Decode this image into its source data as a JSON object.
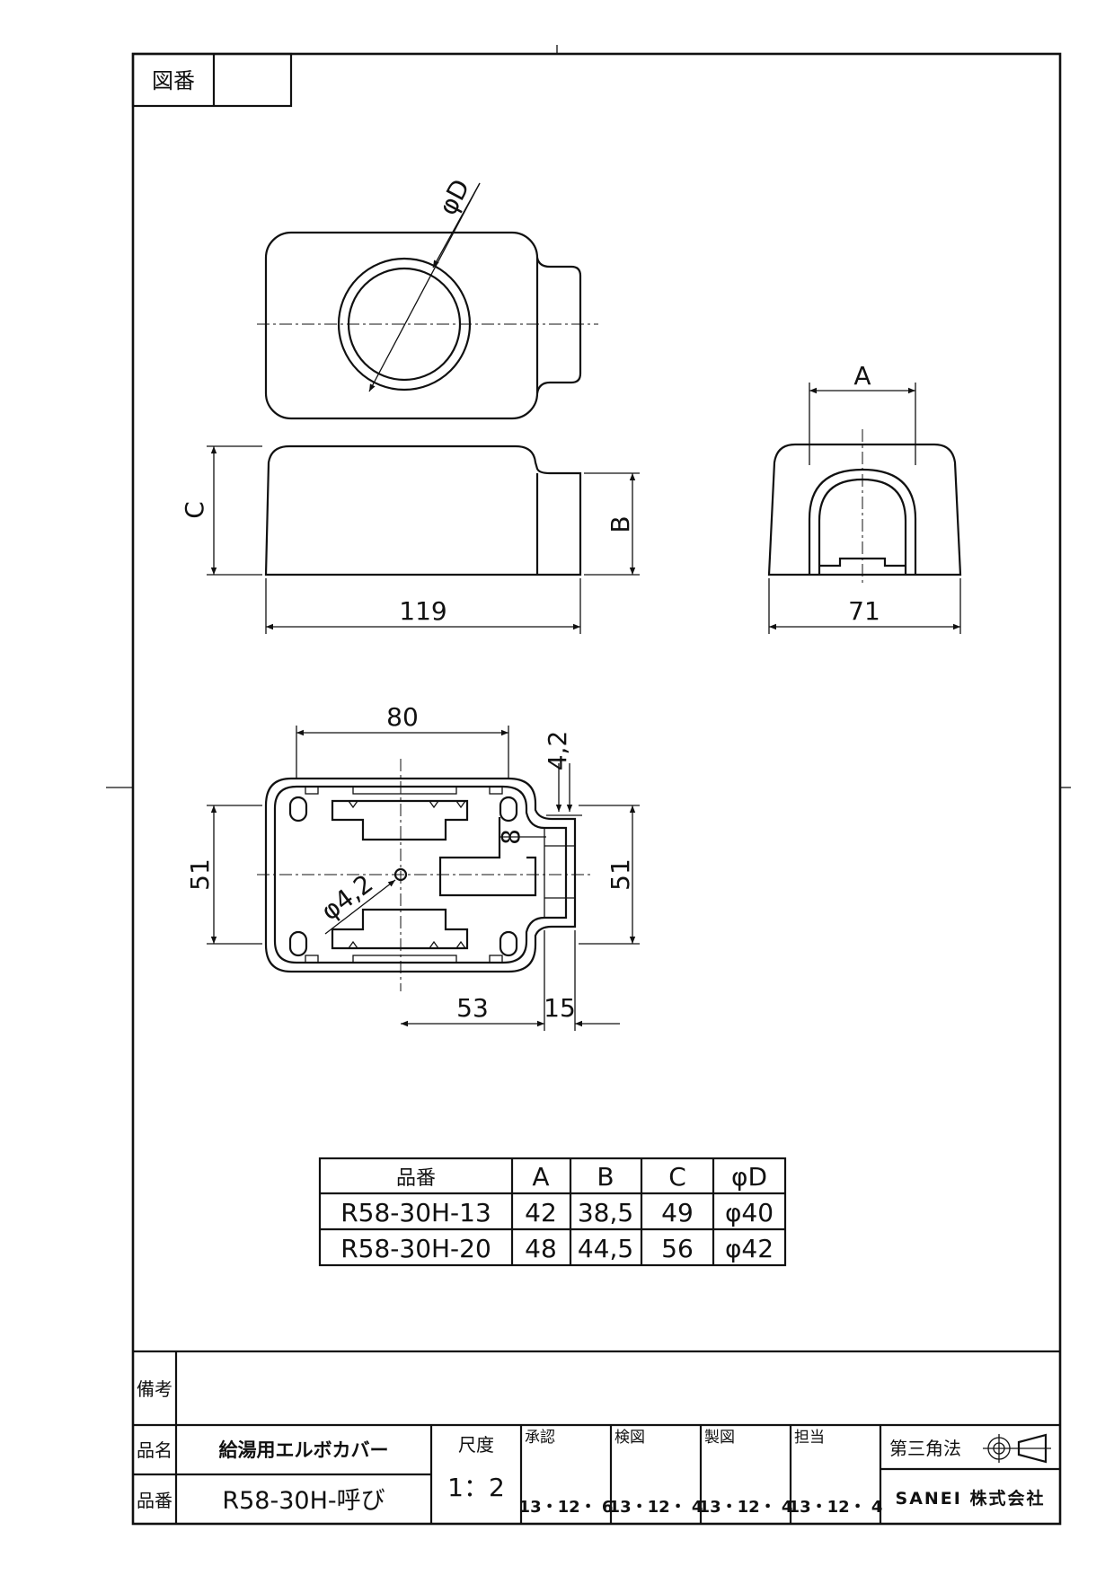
{
  "header": {
    "drawing_number_label": "図番",
    "drawing_number_value": ""
  },
  "dimensions": {
    "phi_d": "φD",
    "a": "A",
    "b": "B",
    "c": "C",
    "length_119": "119",
    "width_71": "71",
    "len_80": "80",
    "len_4_2": "4,2",
    "len_8": "8",
    "len_51_left": "51",
    "len_51_right": "51",
    "hole_phi_4_2": "φ4,2",
    "len_53": "53",
    "len_15": "15"
  },
  "spec_table": {
    "headers": [
      "品番",
      "A",
      "B",
      "C",
      "φD"
    ],
    "rows": [
      [
        "R58-30H-13",
        "42",
        "38,5",
        "49",
        "φ40"
      ],
      [
        "R58-30H-20",
        "48",
        "44,5",
        "56",
        "φ42"
      ]
    ]
  },
  "title_block": {
    "remarks_label": "備考",
    "remarks_value": "",
    "name_label": "品名",
    "name_value": "給湯用エルボカバー",
    "number_label": "品番",
    "number_value": "R58-30H-呼び",
    "scale_label": "尺度",
    "scale_value": "1：2",
    "approve_label": "承認",
    "approve_date": "13・12・ 6",
    "check_label": "検図",
    "check_date": "13・12・ 4",
    "draw_label": "製図",
    "draw_date": "13・12・ 4",
    "charge_label": "担当",
    "charge_date": "13・12・ 4",
    "projection": "第三角法",
    "company": "SANEI 株式会社"
  }
}
